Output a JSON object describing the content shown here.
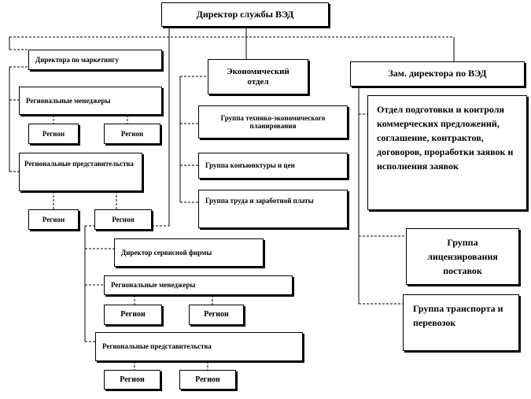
{
  "boxes": {
    "director": "Директор службы ВЭД",
    "marketing_director": "Директора по маркетингу",
    "regional_managers_1": "Региональные  менеджеры",
    "region_1": "Регион",
    "region_2": "Регион",
    "regional_reps_1": "Региональные представительства",
    "region_3": "Регион",
    "region_4": "Регион",
    "economic_dept": "Экономический отдел",
    "tech_econ_planning": "Группа технико-экономического  планирования",
    "price_group": "Группа конъюнктуры и цен",
    "labor_wage_group": "Группа труда и заработной платы",
    "deputy_director": "Зам. директора по ВЭД",
    "proposal_dept": "Отдел подготовки и контроля коммерческих предложений, соглашение, контрактов, договоров, проработки заявок и исполнения заявок",
    "licensing_group": "Группа лицензирования поставок",
    "transport_group": "Группа транспорта и перевозок",
    "service_director": "Директор сервисной фирмы",
    "regional_managers_2": "Региональные  менеджеры",
    "region_5": "Регион",
    "region_6": "Регион",
    "regional_reps_2": "Региональные  представительства",
    "region_7": "Регион",
    "region_8": "Регион"
  }
}
